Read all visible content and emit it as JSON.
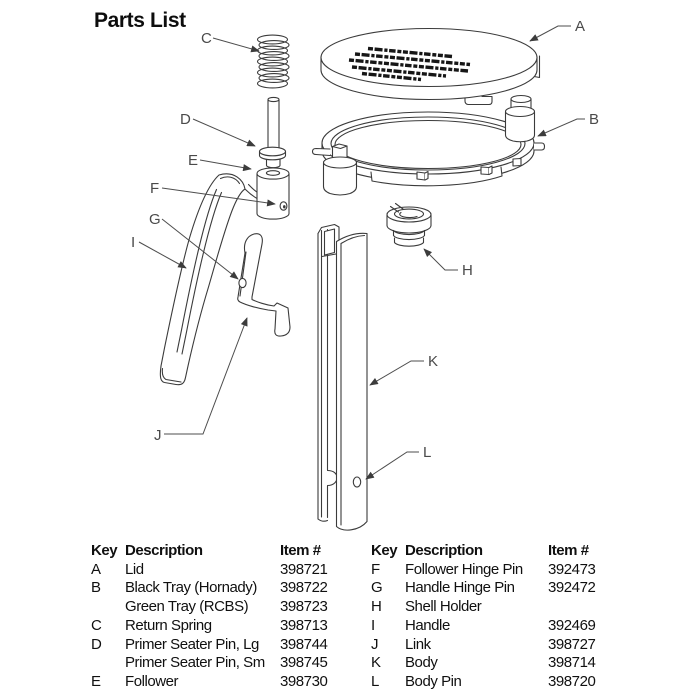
{
  "title": "Parts List",
  "diagram": {
    "labels": {
      "a": "A",
      "b": "B",
      "c": "C",
      "d": "D",
      "e": "E",
      "f": "F",
      "g": "G",
      "h": "H",
      "i": "I",
      "j": "J",
      "k": "K",
      "l": "L"
    }
  },
  "tables": {
    "left": {
      "headers": {
        "key": "Key",
        "description": "Description",
        "item": "Item #"
      },
      "rows": [
        {
          "key": "A",
          "description": "Lid",
          "item": "398721"
        },
        {
          "key": "B",
          "description": "Black Tray (Hornady)",
          "item": "398722"
        },
        {
          "key": "",
          "description": "Green Tray (RCBS)",
          "item": "398723"
        },
        {
          "key": "C",
          "description": "Return Spring",
          "item": "398713"
        },
        {
          "key": "D",
          "description": "Primer Seater Pin, Lg",
          "item": "398744"
        },
        {
          "key": "",
          "description": "Primer Seater Pin, Sm",
          "item": "398745"
        },
        {
          "key": "E",
          "description": "Follower",
          "item": "398730"
        }
      ]
    },
    "right": {
      "headers": {
        "key": "Key",
        "description": "Description",
        "item": "Item #"
      },
      "rows": [
        {
          "key": "F",
          "description": "Follower Hinge Pin",
          "item": "392473"
        },
        {
          "key": "G",
          "description": "Handle Hinge Pin",
          "item": "392472"
        },
        {
          "key": "H",
          "description": "Shell Holder",
          "item": ""
        },
        {
          "key": "I",
          "description": "Handle",
          "item": "392469"
        },
        {
          "key": "J",
          "description": "Link",
          "item": "398727"
        },
        {
          "key": "K",
          "description": "Body",
          "item": "398714"
        },
        {
          "key": "L",
          "description": "Body Pin",
          "item": "398720"
        }
      ]
    }
  }
}
